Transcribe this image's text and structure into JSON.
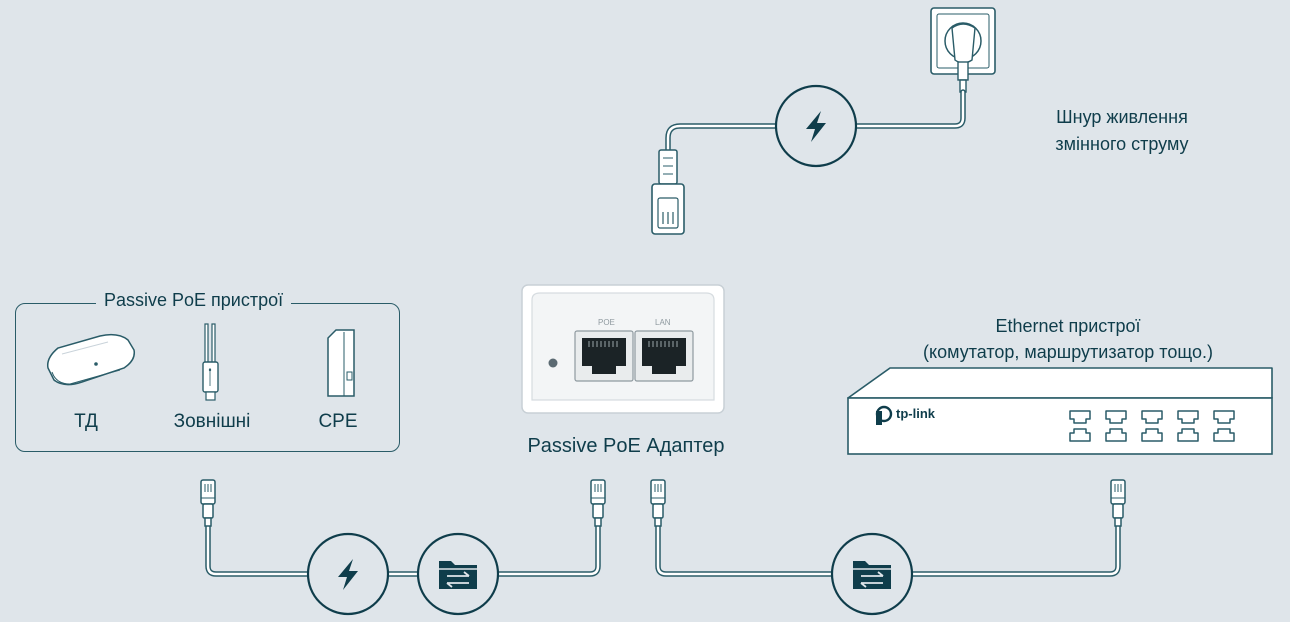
{
  "labels": {
    "ac_cord": [
      "Шнур живлення",
      "змінного струму"
    ],
    "passive_devices_group": "Passive PoE пристрої",
    "device_ap": "ТД",
    "device_outdoor": "Зовнішні",
    "device_cpe": "CPE",
    "adapter": "Passive PoE Адаптер",
    "adapter_port_poe": "POE",
    "adapter_port_lan": "LAN",
    "ethernet_devices": [
      "Ethernet пристрої",
      "(комутатор, маршрутизатор тощо.)"
    ],
    "switch_brand": "tp-link"
  },
  "icons": {
    "power": "lightning-bolt-icon",
    "data": "folder-transfer-icon"
  },
  "colors": {
    "background": "#dfe5ea",
    "primary": "#0f3d4b",
    "line": "#2a5c68",
    "device_white": "#ffffff"
  }
}
